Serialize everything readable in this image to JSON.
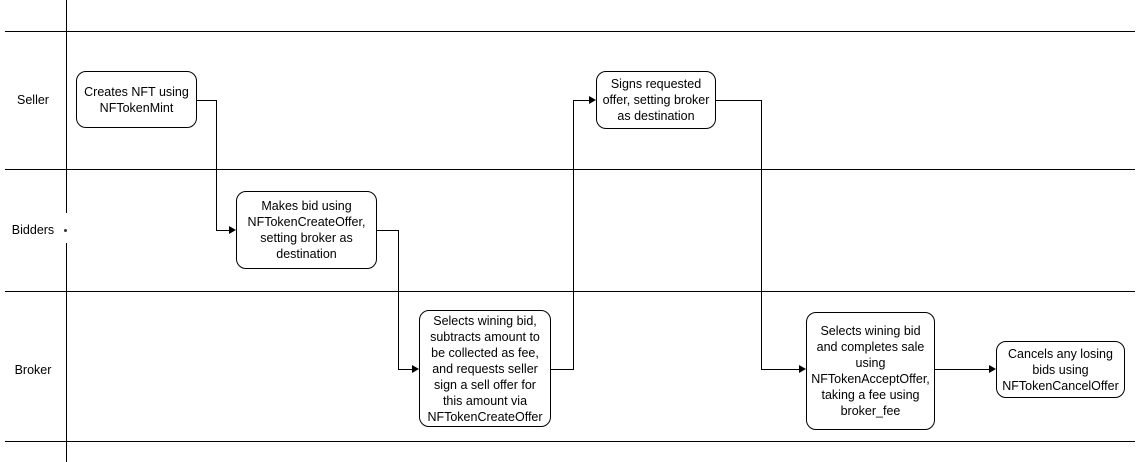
{
  "diagram": {
    "type": "swimlane-flowchart",
    "lanes": [
      {
        "label": "Seller"
      },
      {
        "label": "Bidders"
      },
      {
        "label": "Broker"
      }
    ],
    "nodes": [
      {
        "id": "create-nft",
        "lane": "Seller",
        "text": "Creates NFT using NFTokenMint"
      },
      {
        "id": "make-bid",
        "lane": "Bidders",
        "text": "Makes bid using NFTokenCreateOffer, setting broker as destination"
      },
      {
        "id": "select-bid",
        "lane": "Broker",
        "text": "Selects wining bid, subtracts amount to be collected as fee, and requests seller sign a sell offer for this amount via NFTokenCreateOffer"
      },
      {
        "id": "sign-offer",
        "lane": "Seller",
        "text": "Signs requested offer, setting broker as destination"
      },
      {
        "id": "complete-sale",
        "lane": "Broker",
        "text": "Selects wining bid and completes sale using NFTokenAcceptOffer, taking a fee using broker_fee"
      },
      {
        "id": "cancel-bids",
        "lane": "Broker",
        "text": "Cancels any losing bids using NFTokenCancelOffer"
      }
    ],
    "edges": [
      {
        "from": "create-nft",
        "to": "make-bid"
      },
      {
        "from": "make-bid",
        "to": "select-bid"
      },
      {
        "from": "select-bid",
        "to": "sign-offer"
      },
      {
        "from": "sign-offer",
        "to": "complete-sale"
      },
      {
        "from": "complete-sale",
        "to": "cancel-bids"
      }
    ],
    "colors": {
      "background": "#ffffff",
      "line": "#000000",
      "node_fill": "#ffffff",
      "node_border": "#000000",
      "text": "#000000"
    }
  }
}
